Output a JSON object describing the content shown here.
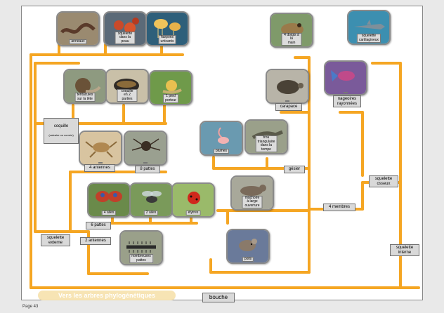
{
  "colors": {
    "branch": "#f5a623",
    "label_bg": "#d9d9d9",
    "frame": "#8a8a8a",
    "banner": "#f7e3b0"
  },
  "banner": "Vers les arbres phylogénétiques",
  "page_number": "Page 43",
  "nodes": {
    "bouche": "bouche",
    "squelette_externe": "squelette\nexterne",
    "squelette_interne": "squelette\ninterne",
    "squelette_osseux": "squelette\nosseux",
    "quatre_membres": "4 membres",
    "gesier": "gésier",
    "carapace": "carapace",
    "coquille": "coquille",
    "coquille_note": "(calcaire ou cornée)",
    "deux_antennes": "2 antennes",
    "six_pattes": "6 pattes",
    "quatre_antennes": "4 antennes",
    "huit_pattes": "8 pattes",
    "nageoires_rayonnees": "nageoires\nrayonnées"
  },
  "photos": [
    {
      "id": "annelid",
      "caption": "anneaux"
    },
    {
      "id": "starfish",
      "caption": "squelette\ndans la peau"
    },
    {
      "id": "jellyfish",
      "caption": "harpons\nurticants"
    },
    {
      "id": "frog",
      "caption": "4 doigts à la\nmain"
    },
    {
      "id": "shark",
      "caption": "squelette\ncartilagineux"
    },
    {
      "id": "snail",
      "caption": "tentacules\nsur la tête"
    },
    {
      "id": "mussel",
      "caption": "coquille en 2\nparties"
    },
    {
      "id": "slug",
      "caption": "1 pied\nporteur"
    },
    {
      "id": "turtle",
      "caption": ""
    },
    {
      "id": "fish",
      "caption": ""
    },
    {
      "id": "crab",
      "caption": ""
    },
    {
      "id": "spider",
      "caption": ""
    },
    {
      "id": "flamingo",
      "caption": "plumes"
    },
    {
      "id": "lizard",
      "caption": "trou triangulaire\ndans la tempe"
    },
    {
      "id": "butterfly",
      "caption": "4 ailes"
    },
    {
      "id": "fly",
      "caption": "2 ailes"
    },
    {
      "id": "ladybug",
      "caption": "élytres"
    },
    {
      "id": "cat",
      "caption": "mâchoire à large\nouverture"
    },
    {
      "id": "centipede",
      "caption": "nombreuses\npattes"
    },
    {
      "id": "mouse",
      "caption": "poils"
    }
  ]
}
